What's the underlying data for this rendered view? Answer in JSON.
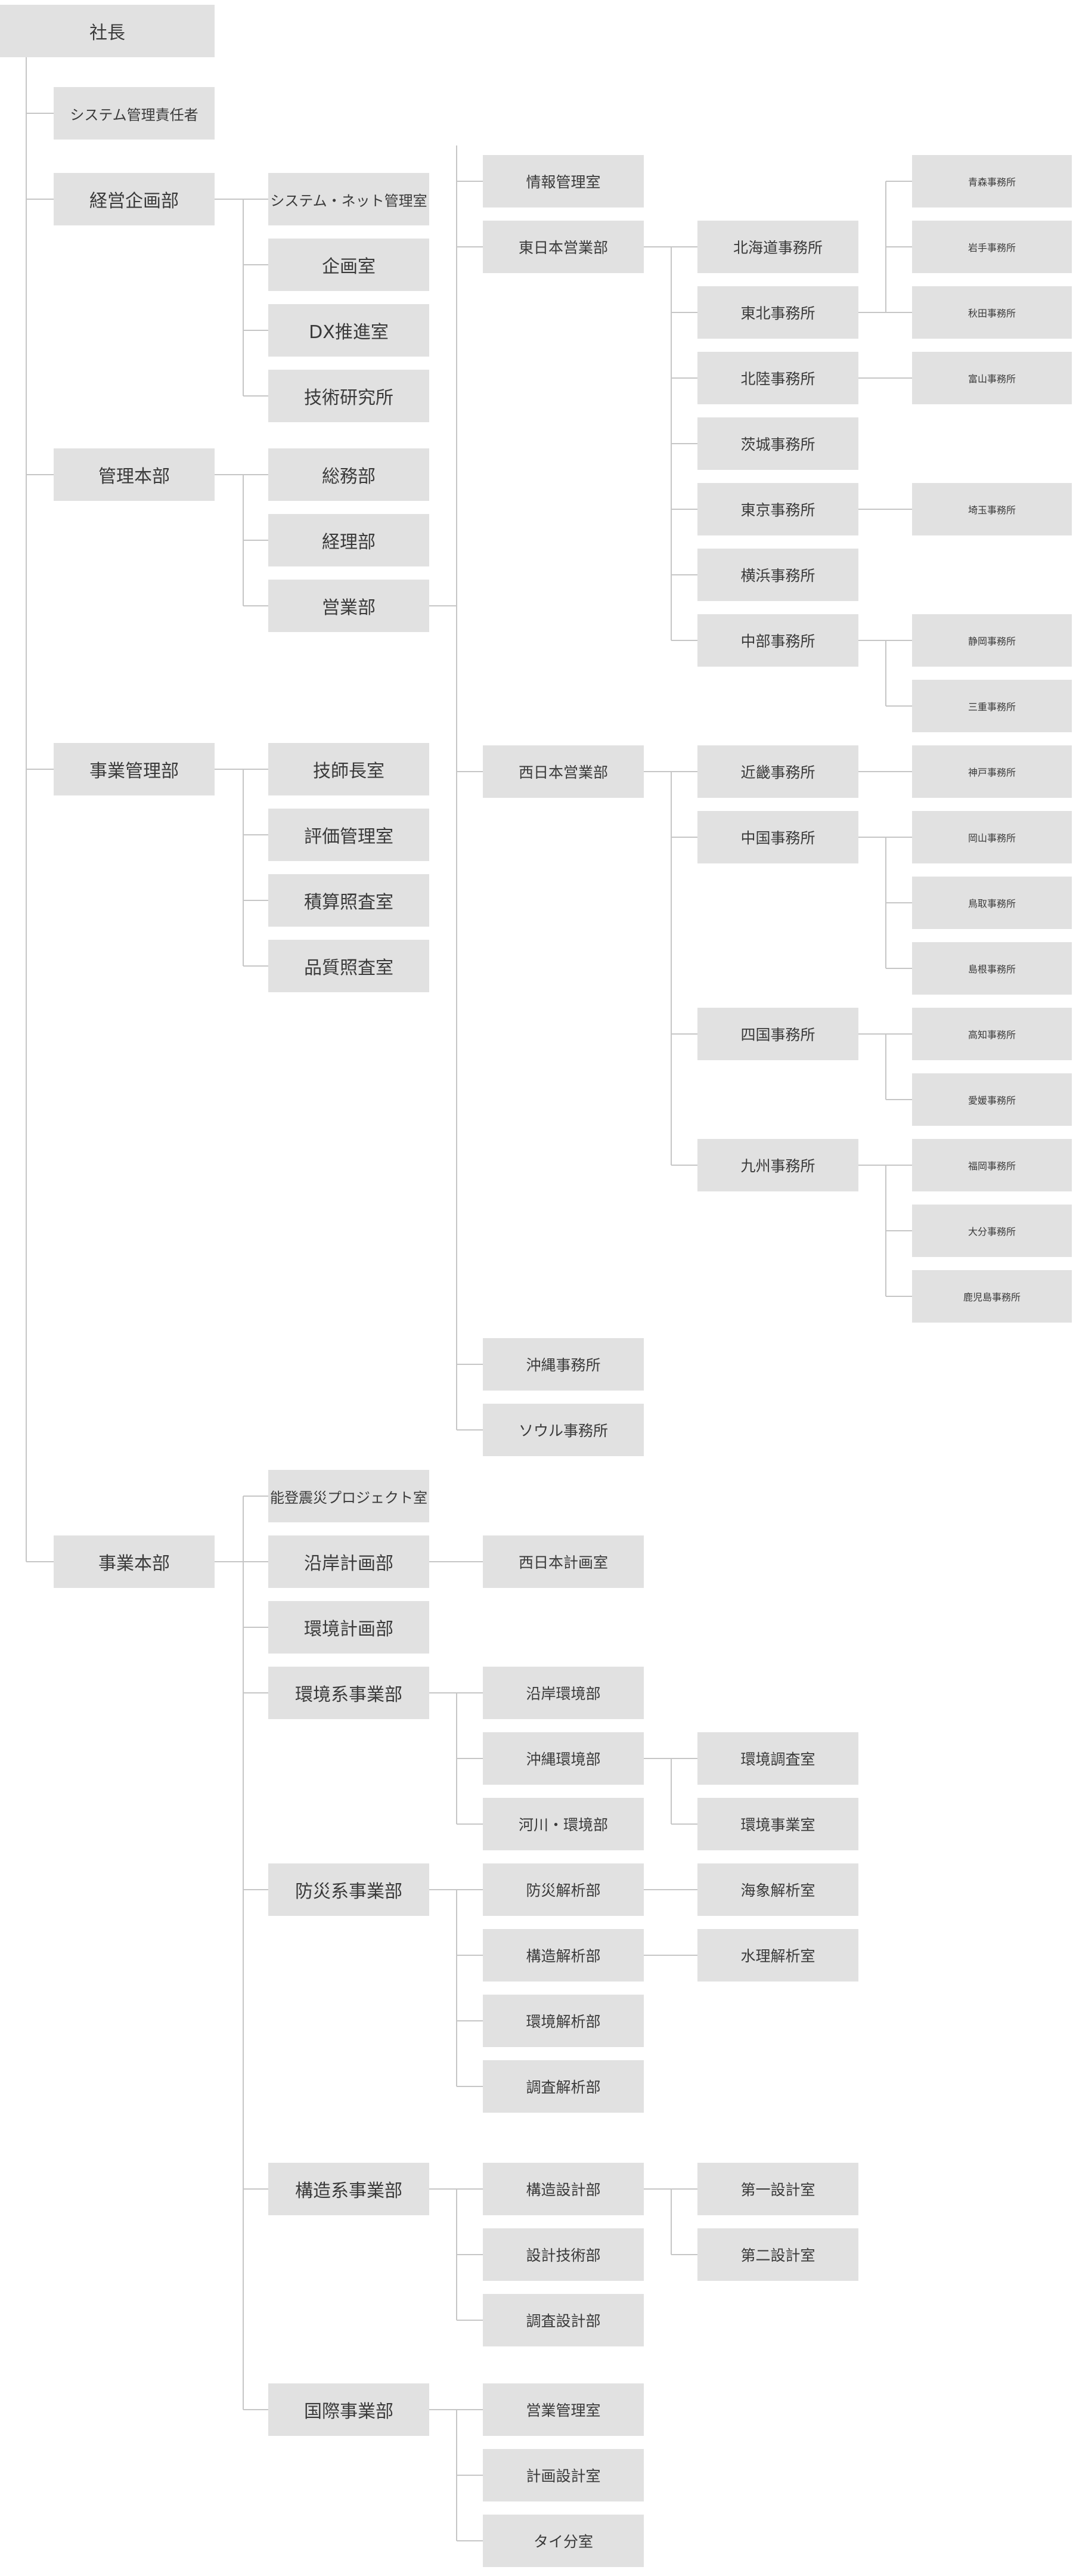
{
  "root": {
    "id": "president",
    "label": "社長",
    "children": [
      {
        "id": "system-admin",
        "label": "システム管理責任者",
        "children": []
      },
      {
        "id": "keiei-kikaku",
        "label": "経営企画部",
        "children": [
          {
            "id": "system-net",
            "label": "システム・ネット管理室",
            "children": []
          },
          {
            "id": "kikaku",
            "label": "企画室",
            "children": []
          },
          {
            "id": "dx",
            "label": "DX推進室",
            "children": []
          },
          {
            "id": "gijutsu-kenkyu",
            "label": "技術研究所",
            "children": []
          }
        ]
      },
      {
        "id": "kanri-honbu",
        "label": "管理本部",
        "children": [
          {
            "id": "somu",
            "label": "総務部",
            "children": []
          },
          {
            "id": "keiri",
            "label": "経理部",
            "children": []
          },
          {
            "id": "eigyo",
            "label": "営業部",
            "children": [
              {
                "id": "joho-kanri",
                "label": "情報管理室",
                "children": []
              },
              {
                "id": "higashi-eigyo",
                "label": "東日本営業部",
                "children": [
                  {
                    "id": "hokkaido",
                    "label": "北海道事務所",
                    "children": []
                  },
                  {
                    "id": "tohoku",
                    "label": "東北事務所",
                    "children": [
                      {
                        "id": "aomori",
                        "label": "青森事務所",
                        "children": []
                      },
                      {
                        "id": "iwate",
                        "label": "岩手事務所",
                        "children": []
                      },
                      {
                        "id": "akita",
                        "label": "秋田事務所",
                        "children": []
                      }
                    ]
                  },
                  {
                    "id": "hokuriku",
                    "label": "北陸事務所",
                    "children": [
                      {
                        "id": "toyama",
                        "label": "富山事務所",
                        "children": []
                      }
                    ]
                  },
                  {
                    "id": "ibaraki",
                    "label": "茨城事務所",
                    "children": []
                  },
                  {
                    "id": "tokyo",
                    "label": "東京事務所",
                    "children": [
                      {
                        "id": "saitama",
                        "label": "埼玉事務所",
                        "children": []
                      }
                    ]
                  },
                  {
                    "id": "yokohama",
                    "label": "横浜事務所",
                    "children": []
                  },
                  {
                    "id": "chubu",
                    "label": "中部事務所",
                    "children": [
                      {
                        "id": "shizuoka",
                        "label": "静岡事務所",
                        "children": []
                      },
                      {
                        "id": "mie",
                        "label": "三重事務所",
                        "children": []
                      }
                    ]
                  }
                ]
              },
              {
                "id": "nishi-eigyo",
                "label": "西日本営業部",
                "children": [
                  {
                    "id": "kinki",
                    "label": "近畿事務所",
                    "children": [
                      {
                        "id": "kobe",
                        "label": "神戸事務所",
                        "children": []
                      }
                    ]
                  },
                  {
                    "id": "chugoku",
                    "label": "中国事務所",
                    "children": [
                      {
                        "id": "okayama",
                        "label": "岡山事務所",
                        "children": []
                      },
                      {
                        "id": "tottori",
                        "label": "鳥取事務所",
                        "children": []
                      },
                      {
                        "id": "shimane",
                        "label": "島根事務所",
                        "children": []
                      }
                    ]
                  },
                  {
                    "id": "shikoku",
                    "label": "四国事務所",
                    "children": [
                      {
                        "id": "kochi",
                        "label": "高知事務所",
                        "children": []
                      },
                      {
                        "id": "ehime",
                        "label": "愛媛事務所",
                        "children": []
                      }
                    ]
                  },
                  {
                    "id": "kyushu",
                    "label": "九州事務所",
                    "children": [
                      {
                        "id": "fukuoka",
                        "label": "福岡事務所",
                        "children": []
                      },
                      {
                        "id": "oita",
                        "label": "大分事務所",
                        "children": []
                      },
                      {
                        "id": "kagoshima",
                        "label": "鹿児島事務所",
                        "children": []
                      }
                    ]
                  }
                ]
              },
              {
                "id": "okinawa",
                "label": "沖縄事務所",
                "children": []
              },
              {
                "id": "seoul",
                "label": "ソウル事務所",
                "children": []
              }
            ]
          }
        ]
      },
      {
        "id": "jigyo-kanri",
        "label": "事業管理部",
        "children": [
          {
            "id": "gishicho",
            "label": "技師長室",
            "children": []
          },
          {
            "id": "hyoka-kanri",
            "label": "評価管理室",
            "children": []
          },
          {
            "id": "sekisan-shosa",
            "label": "積算照査室",
            "children": []
          },
          {
            "id": "hinshitsu-shosa",
            "label": "品質照査室",
            "children": []
          }
        ]
      },
      {
        "id": "jigyo-honbu",
        "label": "事業本部",
        "children": [
          {
            "id": "noto-pj",
            "label": "能登震災プロジェクト室",
            "children": []
          },
          {
            "id": "engan-keikaku",
            "label": "沿岸計画部",
            "children": [
              {
                "id": "nishi-keikaku",
                "label": "西日本計画室",
                "children": []
              }
            ]
          },
          {
            "id": "kankyo-keikaku",
            "label": "環境計画部",
            "children": []
          },
          {
            "id": "kankyo-jigyo",
            "label": "環境系事業部",
            "children": [
              {
                "id": "engan-kankyo",
                "label": "沿岸環境部",
                "children": []
              },
              {
                "id": "okinawa-kankyo",
                "label": "沖縄環境部",
                "children": [
                  {
                    "id": "kankyo-chosa",
                    "label": "環境調査室",
                    "children": []
                  },
                  {
                    "id": "kankyo-jigyoshitsu",
                    "label": "環境事業室",
                    "children": []
                  }
                ]
              },
              {
                "id": "kasen-kankyo",
                "label": "河川・環境部",
                "children": []
              }
            ]
          },
          {
            "id": "bosai-jigyo",
            "label": "防災系事業部",
            "children": [
              {
                "id": "bosai-kaiseki",
                "label": "防災解析部",
                "children": [
                  {
                    "id": "kaisho-kaiseki",
                    "label": "海象解析室",
                    "children": []
                  }
                ]
              },
              {
                "id": "kozo-kaiseki",
                "label": "構造解析部",
                "children": [
                  {
                    "id": "suiri-kaiseki",
                    "label": "水理解析室",
                    "children": []
                  }
                ]
              },
              {
                "id": "kankyo-kaiseki",
                "label": "環境解析部",
                "children": []
              },
              {
                "id": "chosa-kaiseki",
                "label": "調査解析部",
                "children": []
              }
            ]
          },
          {
            "id": "kozo-jigyo",
            "label": "構造系事業部",
            "children": [
              {
                "id": "kozo-sekkei",
                "label": "構造設計部",
                "children": [
                  {
                    "id": "daiichi-sekkei",
                    "label": "第一設計室",
                    "children": []
                  },
                  {
                    "id": "daini-sekkei",
                    "label": "第二設計室",
                    "children": []
                  }
                ]
              },
              {
                "id": "sekkei-gijutsu",
                "label": "設計技術部",
                "children": []
              },
              {
                "id": "chosa-sekkei",
                "label": "調査設計部",
                "children": []
              }
            ]
          },
          {
            "id": "kokusai-jigyo",
            "label": "国際事業部",
            "children": [
              {
                "id": "eigyo-kanri",
                "label": "営業管理室",
                "children": []
              },
              {
                "id": "keikaku-sekkei",
                "label": "計画設計室",
                "children": []
              },
              {
                "id": "thai",
                "label": "タイ分室",
                "children": []
              }
            ]
          }
        ]
      }
    ]
  }
}
